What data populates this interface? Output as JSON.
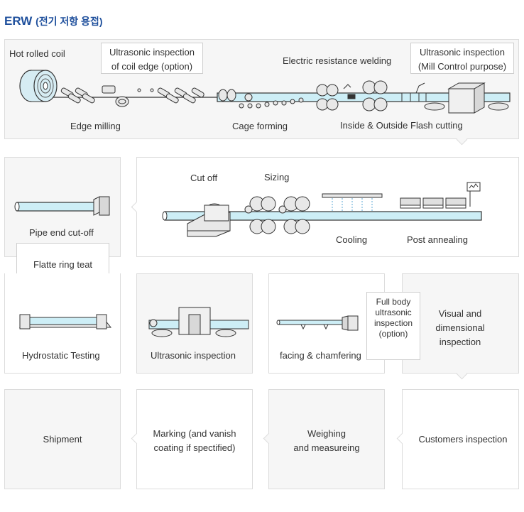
{
  "title": {
    "main": "ERW",
    "sub": "(전기 저항 용접)"
  },
  "row1": {
    "hot_rolled_coil": "Hot rolled coil",
    "ut_coil_edge_line1": "Ultrasonic inspection",
    "ut_coil_edge_line2": "of coil edge (option)",
    "electric_resistance_welding": "Electric resistance welding",
    "ut_mill_line1": "Ultrasonic inspection",
    "ut_mill_line2": "(Mill Control purpose)",
    "edge_milling": "Edge milling",
    "cage_forming": "Cage forming",
    "flash_cutting": "Inside & Outside Flash cutting"
  },
  "row2": {
    "pipe_end_cutoff": "Pipe end cut-off",
    "flatte_ring_test": "Flatte ring teat",
    "cut_off": "Cut off",
    "sizing": "Sizing",
    "cooling": "Cooling",
    "post_annealing": "Post annealing"
  },
  "row3": {
    "hydrostatic": "Hydrostatic Testing",
    "ultrasonic": "Ultrasonic inspection",
    "facing": "facing & chamfering",
    "full_body_line1": "Full body",
    "full_body_line2": "ultrasonic",
    "full_body_line3": "inspection",
    "full_body_line4": "(option)",
    "visual_line1": "Visual and",
    "visual_line2": "dimensional",
    "visual_line3": "inspection"
  },
  "row4": {
    "shipment": "Shipment",
    "marking_line1": "Marking (and vanish",
    "marking_line2": "coating if spectified)",
    "weighing_line1": "Weighing",
    "weighing_line2": "and measureing",
    "customers": "Customers inspection"
  },
  "colors": {
    "pipe": "#cdeef6",
    "pipe_stroke": "#333333",
    "title": "#1e4f9c",
    "panel_gray": "#f6f6f6"
  }
}
